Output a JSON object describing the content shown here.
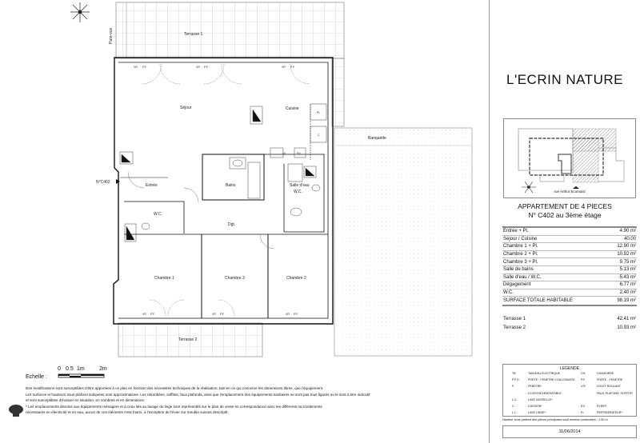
{
  "project_title": "L'ECRIN NATURE",
  "plan": {
    "rooms": {
      "terrasse1": "Terrasse 1",
      "terrasse2": "Terrasse 2",
      "banquette": "Banquette",
      "sejour": "Séjour",
      "cuisine": "Cuisine",
      "entree": "Entrée",
      "bains": "Bains",
      "salle_eau": "Salle d'eau",
      "salle_eau_wc": "W.C.",
      "wc": "W.C.",
      "dgt": "Dgt.",
      "chambre1": "Chambre 1",
      "chambre2": "Chambre 2",
      "chambre3": "Chambre 3"
    },
    "apartment_tag": "N°C402",
    "pare_vue": "Pare-vue",
    "window_labels": {
      "vr": "VR",
      "pf": "P.F."
    },
    "appliance_labels": {
      "lv": "LV",
      "sv": "SV",
      "pl": "PL",
      "c": "C"
    }
  },
  "scale": {
    "label": "Echelle :",
    "ticks": [
      "0",
      "0.5",
      "1m",
      "2m"
    ]
  },
  "notes": [
    "Des modifications sont susceptibles d'être apportées à ce plan en fonction des nécessités techniques de la réalisation, tant en ce qui concerne les dimensions libres, que l'équipement.",
    "Les surfaces et hauteurs sous plafond indiquées sont approximatives. Les retombées, soffites, faux plafonds, ainsi que l'emplacement des équipements sanitaires ne sont pas tous figurés ou le sont à titre indicatif",
    "et sont susceptibles d'évoluer en situation, en nombres et en dimensions.",
    "* Les emplacements dévolus aux équipements ménagers et à ceux liés au lavage du linge sont représentés sur le plan de vente en correspondance avec les différents raccordements",
    "nécessaires en électricité et en eau, aucun de ces éléments n'est fourni, à l'exception de l'évier sur meuble suivant descriptif."
  ],
  "keyplan": {
    "street": "rue Arthur Ecomard"
  },
  "apartment": {
    "type": "APPARTEMENT DE 4 PIECES",
    "number": "N° C402 au 3ème étage"
  },
  "surfaces": [
    {
      "room": "Entrée + Pl.",
      "area": "4.90 m²"
    },
    {
      "room": "Séjour / Cuisine",
      "area": "40.00"
    },
    {
      "room": "Chambre 1 + Pl.",
      "area": "12.90 m²"
    },
    {
      "room": "Chambre 2 + Pl.",
      "area": "10.92 m²"
    },
    {
      "room": "Chambre 3 + Pl.",
      "area": "9.75 m²"
    },
    {
      "room": "Salle de bains",
      "area": "5.13 m²"
    },
    {
      "room": "Salle d'eau / W.C.",
      "area": "5.43 m²"
    },
    {
      "room": "Dégagement",
      "area": "6.77 m²"
    },
    {
      "room": "W.C.",
      "area": "2.40 m²"
    }
  ],
  "total": {
    "label": "SURFACE TOTALE HABITABLE",
    "area": "98.19 m²"
  },
  "terraces": [
    {
      "name": "Terrasse 1",
      "area": "42.41 m²"
    },
    {
      "name": "Terrasse 2",
      "area": "10.93 m²"
    }
  ],
  "legend": {
    "title": "LEGENDE",
    "left": [
      {
        "code": "TB",
        "text": "TABLEAU ELECTRIQUE"
      },
      {
        "code": "P.F.G.",
        "text": "PORTE - FENETRE COULISSANTE"
      },
      {
        "code": "F.",
        "text": "FENETRE"
      },
      {
        "code": "",
        "text": "CLOISON DEMONTABLE"
      },
      {
        "code": "L.V.",
        "text": "LAVE VAISSELLE*"
      },
      {
        "code": "C.",
        "text": "CUISSON*"
      },
      {
        "code": "L.L.",
        "text": "LAVE LINGE*"
      }
    ],
    "right": [
      {
        "code": "CH.",
        "text": "CHAUDIERE"
      },
      {
        "code": "P.F.",
        "text": "PORTE - FENETRE"
      },
      {
        "code": "V.R.",
        "text": "VOLET ROULANT"
      },
      {
        "code": "",
        "text": "FAUX-PLAFOND, SOFFITE"
      },
      {
        "code": "",
        "text": ""
      },
      {
        "code": "EV.",
        "text": "EVIER*"
      },
      {
        "code": "Fr.",
        "text": "REFRIGERATEUR*"
      }
    ],
    "height_note": "Hauteur sous plafond des pièces principales sauf mention particulière : 2.50 m"
  },
  "date": "11/06/2014"
}
